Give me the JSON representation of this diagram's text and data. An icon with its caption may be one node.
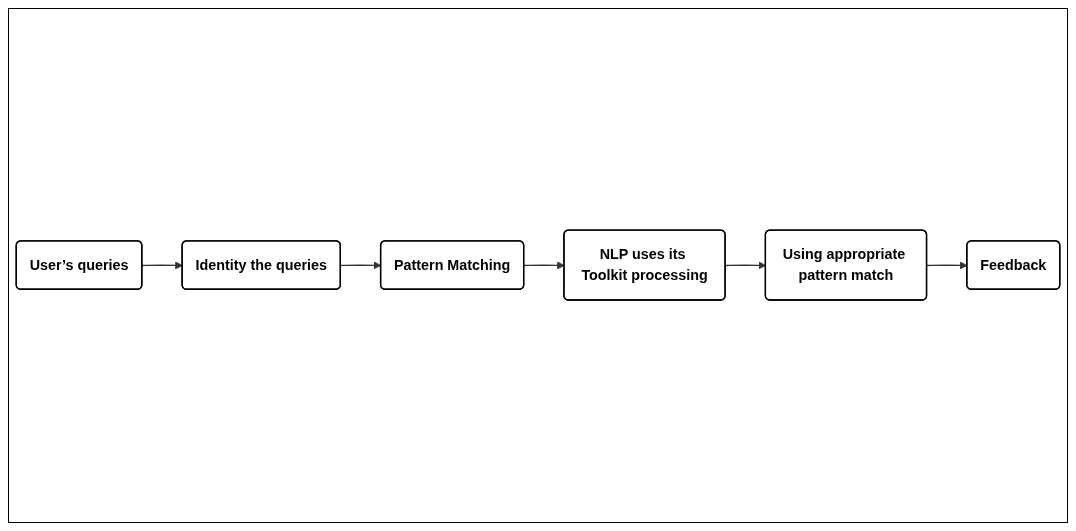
{
  "diagram": {
    "nodes": [
      {
        "text": [
          "User’s queries"
        ]
      },
      {
        "text": [
          "Identity the queries"
        ]
      },
      {
        "text": [
          "Pattern Matching"
        ]
      },
      {
        "text": [
          "NLP uses its Toolkit processing"
        ]
      },
      {
        "text": [
          "Using appropriate pattern match"
        ]
      },
      {
        "text": [
          "Feedback"
        ]
      }
    ],
    "edges": [
      {
        "from": 0,
        "to": 1,
        "arrow": "to"
      },
      {
        "from": 1,
        "to": 2,
        "arrow": "to"
      },
      {
        "from": 2,
        "to": 3,
        "arrow": "to"
      },
      {
        "from": 3,
        "to": 4,
        "arrow": "to"
      },
      {
        "from": 4,
        "to": 5,
        "arrow": "to"
      }
    ]
  }
}
